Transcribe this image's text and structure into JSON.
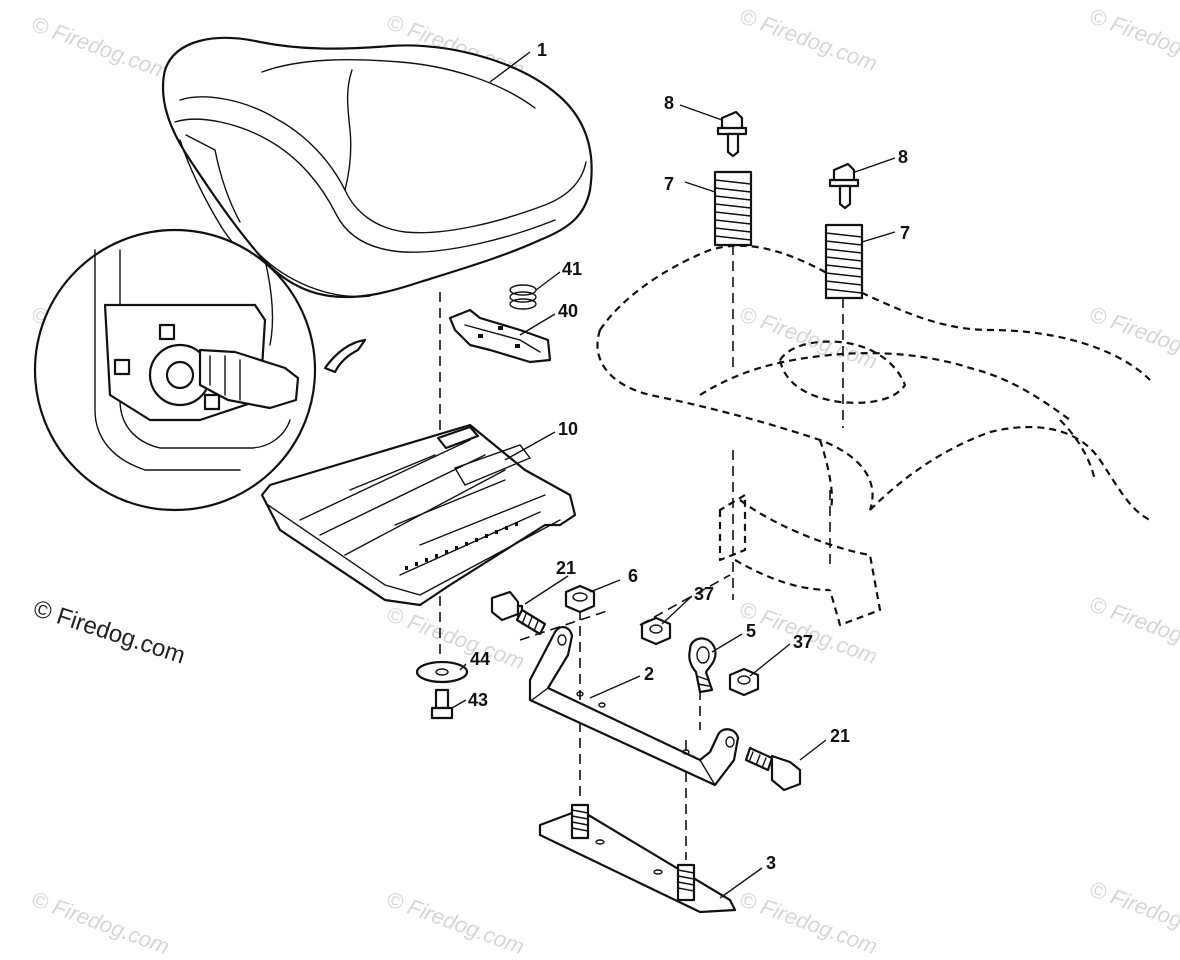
{
  "diagram": {
    "callouts": [
      {
        "id": "1",
        "label": "1"
      },
      {
        "id": "2",
        "label": "2"
      },
      {
        "id": "3",
        "label": "3"
      },
      {
        "id": "5",
        "label": "5"
      },
      {
        "id": "6",
        "label": "6"
      },
      {
        "id": "7a",
        "label": "7"
      },
      {
        "id": "7b",
        "label": "7"
      },
      {
        "id": "8a",
        "label": "8"
      },
      {
        "id": "8b",
        "label": "8"
      },
      {
        "id": "10",
        "label": "10"
      },
      {
        "id": "21a",
        "label": "21"
      },
      {
        "id": "21b",
        "label": "21"
      },
      {
        "id": "37a",
        "label": "37"
      },
      {
        "id": "37b",
        "label": "37"
      },
      {
        "id": "40",
        "label": "40"
      },
      {
        "id": "41",
        "label": "41"
      },
      {
        "id": "43",
        "label": "43"
      },
      {
        "id": "44",
        "label": "44"
      }
    ],
    "watermark_text": "© Firedog.com",
    "copyright_text": "© Firedog.com",
    "colors": {
      "line": "#111111",
      "background": "#ffffff",
      "watermark": "#d6d6d6"
    }
  }
}
